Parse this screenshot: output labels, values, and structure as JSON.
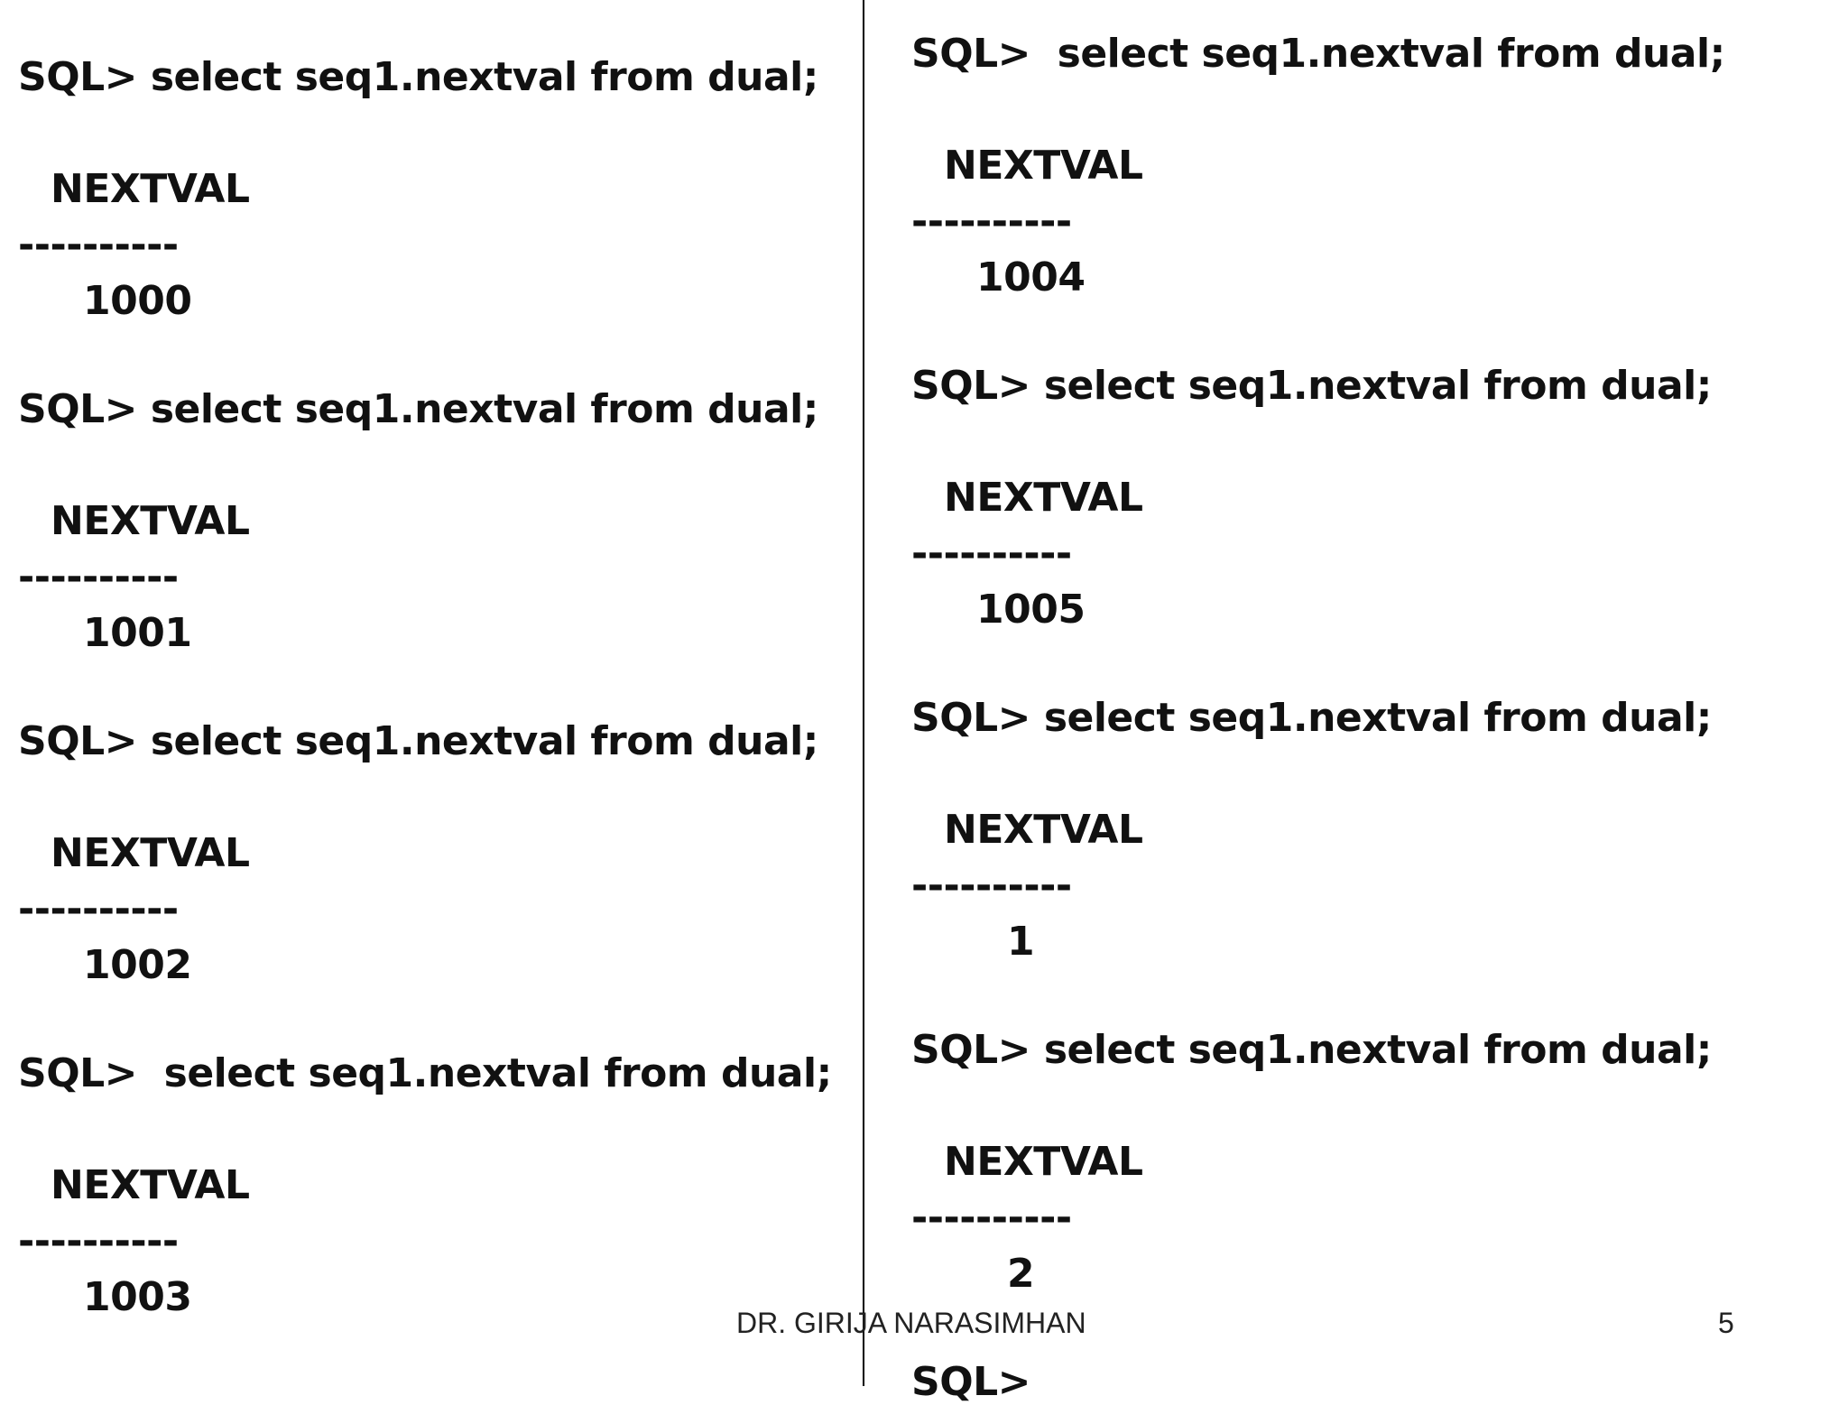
{
  "left_column": {
    "blocks": [
      {
        "command": "SQL> select seq1.nextval from dual;",
        "header": "NEXTVAL",
        "separator": "----------",
        "value": "1000"
      },
      {
        "command": "SQL> select seq1.nextval from dual;",
        "header": "NEXTVAL",
        "separator": "----------",
        "value": "1001"
      },
      {
        "command": "SQL> select seq1.nextval from dual;",
        "header": "NEXTVAL",
        "separator": "----------",
        "value": "1002"
      },
      {
        "command": "SQL>  select seq1.nextval from dual;",
        "header": "NEXTVAL",
        "separator": "----------",
        "value": "1003"
      }
    ]
  },
  "right_column": {
    "blocks": [
      {
        "command": "SQL>  select seq1.nextval from dual;",
        "header": "NEXTVAL",
        "separator": "----------",
        "value": "1004"
      },
      {
        "command": "SQL> select seq1.nextval from dual;",
        "header": "NEXTVAL",
        "separator": "----------",
        "value": "1005"
      },
      {
        "command": "SQL> select seq1.nextval from dual;",
        "header": "NEXTVAL",
        "separator": "----------",
        "value": "1"
      },
      {
        "command": "SQL> select seq1.nextval from dual;",
        "header": "NEXTVAL",
        "separator": "----------",
        "value": "2"
      }
    ],
    "trailing_prompt": "SQL>"
  },
  "footer": {
    "author": "DR. GIRIJA NARASIMHAN",
    "page_number": "5"
  }
}
